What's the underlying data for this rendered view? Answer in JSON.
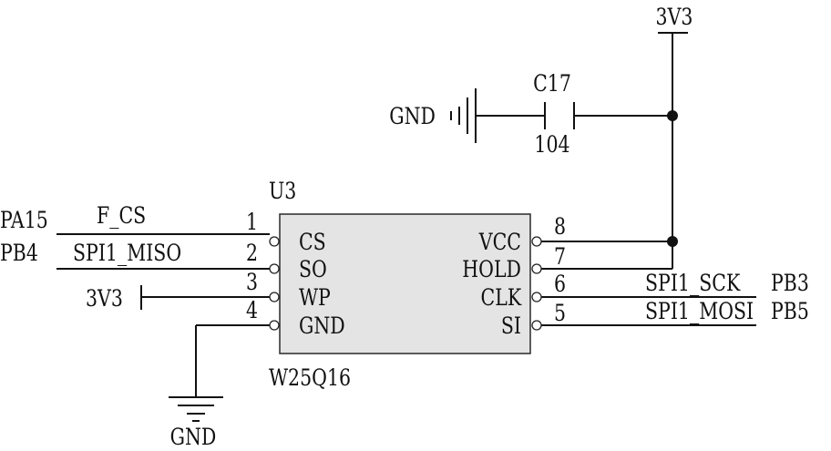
{
  "power": {
    "top_label": "3V3",
    "wp_label": "3V3"
  },
  "capacitor": {
    "ref": "C17",
    "value": "104",
    "gnd_label": "GND"
  },
  "chip": {
    "ref": "U3",
    "part": "W25Q16",
    "left_pins": [
      {
        "num": "1",
        "name": "CS"
      },
      {
        "num": "2",
        "name": "SO"
      },
      {
        "num": "3",
        "name": "WP"
      },
      {
        "num": "4",
        "name": "GND"
      }
    ],
    "right_pins": [
      {
        "num": "8",
        "name": "VCC"
      },
      {
        "num": "7",
        "name": "HOLD"
      },
      {
        "num": "6",
        "name": "CLK"
      },
      {
        "num": "5",
        "name": "SI"
      }
    ]
  },
  "nets": {
    "cs": {
      "port": "PA15",
      "net": "F_CS"
    },
    "miso": {
      "port": "PB4",
      "net": "SPI1_MISO"
    },
    "sck": {
      "net": "SPI1_SCK",
      "port": "PB3"
    },
    "mosi": {
      "net": "SPI1_MOSI",
      "port": "PB5"
    }
  },
  "ground": {
    "label": "GND"
  }
}
